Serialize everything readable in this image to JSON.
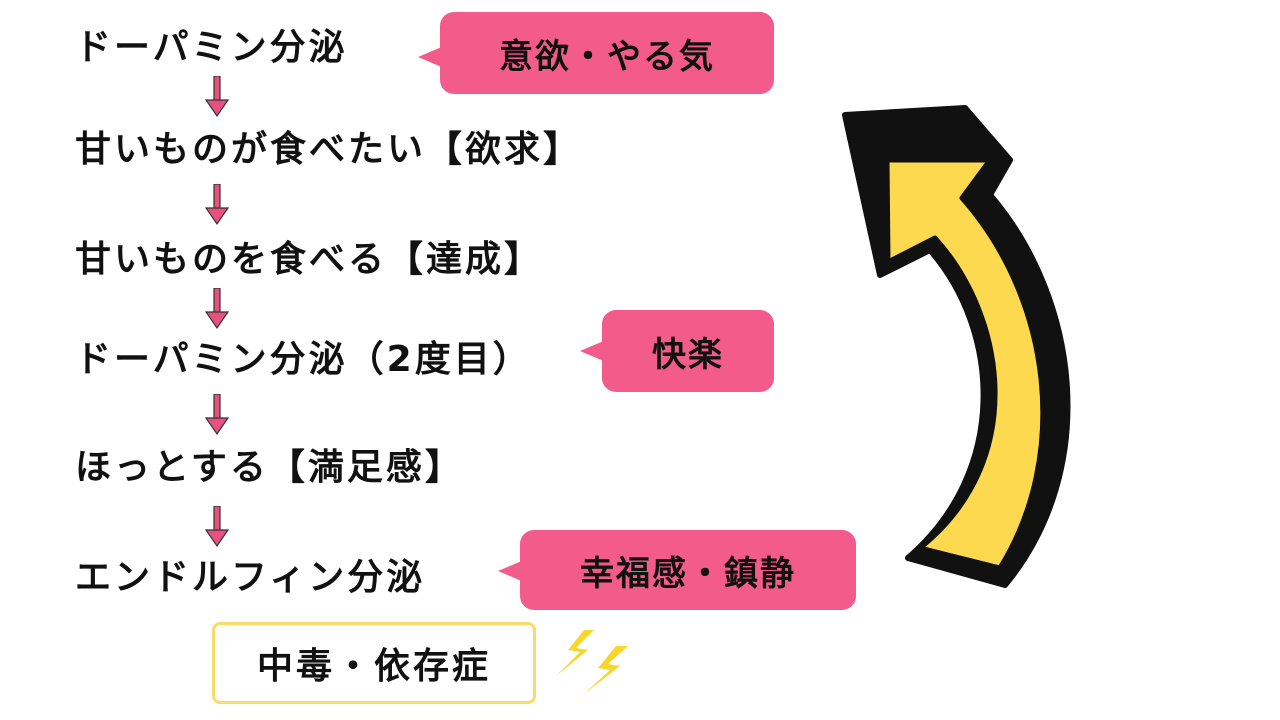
{
  "steps": [
    "ドーパミン分泌",
    "甘いものが食べたい【欲求】",
    "甘いものを食べる【達成】",
    "ドーパミン分泌（2度目）",
    "ほっとする【満足感】",
    "エンドルフィン分泌"
  ],
  "bubbles": [
    "意欲・やる気",
    "快楽",
    "幸福感・鎮静"
  ],
  "result_box": "中毒・依存症",
  "icons": {
    "step_arrow": "down-arrow-icon",
    "cycle_arrow": "curved-arrow-icon",
    "lightning": "lightning-icon"
  },
  "colors": {
    "bubble": "#f25b8c",
    "arrow_fill": "#fcd94e",
    "arrow_outline": "#111111",
    "down_arrow": "#e8507f",
    "box_border": "#f7dc6a",
    "lightning": "#f9d62c"
  }
}
